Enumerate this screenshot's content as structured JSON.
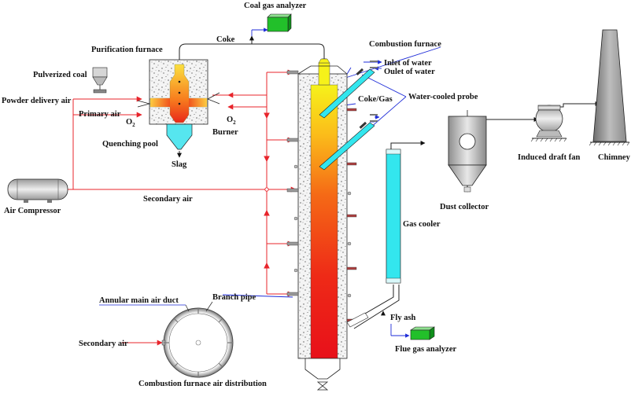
{
  "labels": {
    "coal_gas_analyzer": "Coal gas analyzer",
    "coke": "Coke",
    "purification_furnace": "Purification furnace",
    "combustion_furnace": "Combustion furnace",
    "inlet_of_water": "Inlet of water",
    "outlet_of_water": "Oulet of water",
    "pulverized_coal": "Pulverized coal",
    "powder_delivery_air": "Powder delivery air",
    "primary_air": "Primary air",
    "o2_left": "O",
    "o2_left_sub": "2",
    "o2_right": "O",
    "o2_right_sub": "2",
    "burner": "Burner",
    "quenching_pool": "Quenching pool",
    "slag": "Slag",
    "coke_gas": "Coke/Gas",
    "water_cooled_probe": "Water-cooled probe",
    "air_compressor": "Air Compressor",
    "secondary_air_main": "Secondary air",
    "dust_collector": "Dust collector",
    "induced_draft_fan": "Induced draft fan",
    "chimney": "Chimney",
    "gas_cooler": "Gas cooler",
    "annular_main_air_duct": "Annular main air duct",
    "branch_pipe": "Branch pipe",
    "secondary_air_inset": "Secondary air",
    "fly_ash": "Fly ash",
    "flue_gas_analyzer": "Flue gas analyzer",
    "air_distribution_caption": "Combustion furnace air distribution"
  },
  "colors": {
    "air_line": "#e8242b",
    "signal_line": "#1d2bd8",
    "analyzer_green": "#22c02a",
    "cooler_cyan": "#33e6ee",
    "flame_top": "#f6f21a",
    "flame_bottom": "#e8101a"
  }
}
